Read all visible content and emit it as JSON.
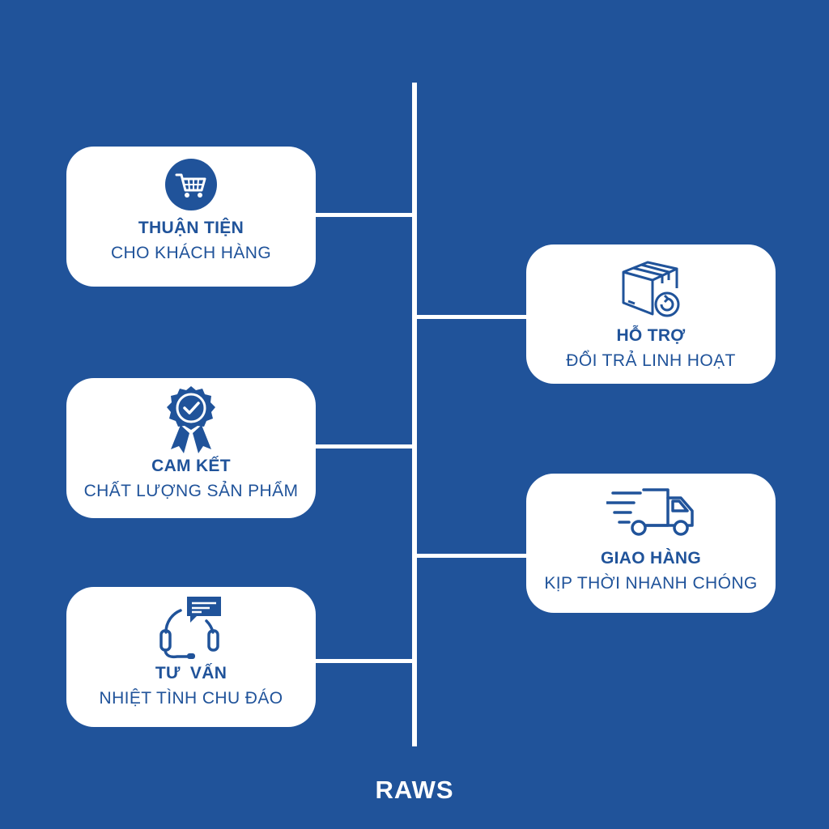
{
  "colors": {
    "background": "#20539a",
    "card": "#ffffff",
    "accent": "#20539a"
  },
  "features": [
    {
      "id": "convenience",
      "icon": "shopping-cart-icon",
      "title": "THUẬN TIỆN",
      "subtitle": "CHO KHÁCH HÀNG"
    },
    {
      "id": "returns",
      "icon": "box-return-icon",
      "title": "HỖ TRỢ",
      "subtitle": "ĐỔI TRẢ LINH HOẠT"
    },
    {
      "id": "quality",
      "icon": "award-badge-icon",
      "title": "CAM KẾT",
      "subtitle": "CHẤT LƯỢNG SẢN PHẨM"
    },
    {
      "id": "delivery",
      "icon": "fast-truck-icon",
      "title": "GIAO HÀNG",
      "subtitle": "KỊP THỜI NHANH CHÓNG"
    },
    {
      "id": "consulting",
      "icon": "headset-chat-icon",
      "title": "TƯ  VẤN",
      "subtitle": "NHIỆT TÌNH CHU ĐÁO"
    }
  ],
  "brand": "RAWS"
}
